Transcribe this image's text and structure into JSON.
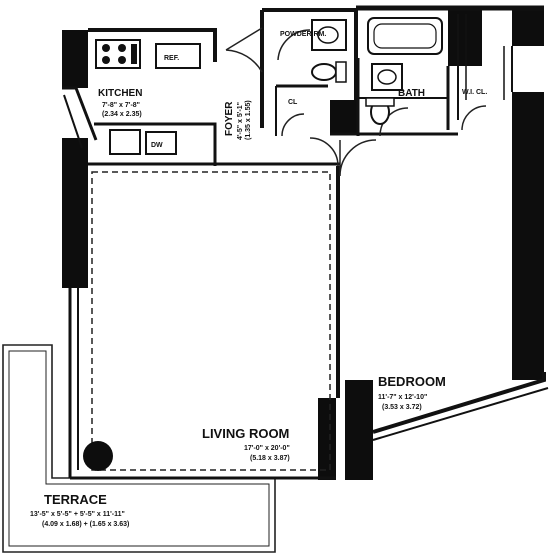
{
  "rooms": {
    "kitchen": {
      "name": "KITCHEN",
      "dim_imperial": "7'-8\" x 7'-8\"",
      "dim_metric": "(2.34 x 2.35)"
    },
    "foyer": {
      "name": "FOYER",
      "dim_imperial": "4'-5\" x 5'-1\"",
      "dim_metric": "(1.35 x 1.55)"
    },
    "powder": {
      "name": "POWDER RM."
    },
    "bath": {
      "name": "BATH"
    },
    "wic": {
      "name": "W.I. CL."
    },
    "closet": {
      "name": "CL"
    },
    "living": {
      "name": "LIVING ROOM",
      "dim_imperial": "17'-0\" x 20'-0\"",
      "dim_metric": "(5.18 x 3.87)"
    },
    "bedroom": {
      "name": "BEDROOM",
      "dim_imperial": "11'-7\" x 12'-10\"",
      "dim_metric": "(3.53 x 3.72)"
    },
    "terrace": {
      "name": "TERRACE",
      "dim_imperial": "13'-5\" x 5'-5\" + 5'-5\" x 11'-11\"",
      "dim_metric": "(4.09 x 1.68) + (1.65 x 3.63)"
    }
  },
  "fixtures": {
    "refrigerator": "REF.",
    "dishwasher": "DW"
  }
}
